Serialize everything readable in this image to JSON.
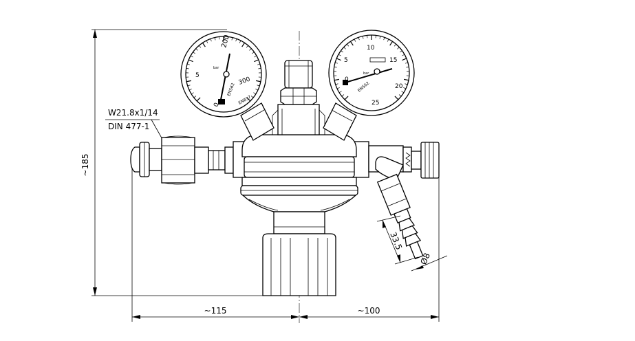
{
  "dimensions": {
    "height": "~185",
    "left_width": "~115",
    "right_width": "~100",
    "outlet_length": "33.5",
    "outlet_diameter": "Ø8"
  },
  "connection": {
    "thread": "W21.8x1/14",
    "standard": "DIN 477-1"
  },
  "gauge_left": {
    "scale_labels": [
      "0",
      "5",
      "200",
      "300"
    ],
    "marks": [
      "EN562",
      "bar",
      "EN837"
    ]
  },
  "gauge_right": {
    "scale_labels": [
      "0",
      "5",
      "10",
      "15",
      "20",
      "25"
    ],
    "marks": [
      "bar",
      "EN562"
    ]
  }
}
